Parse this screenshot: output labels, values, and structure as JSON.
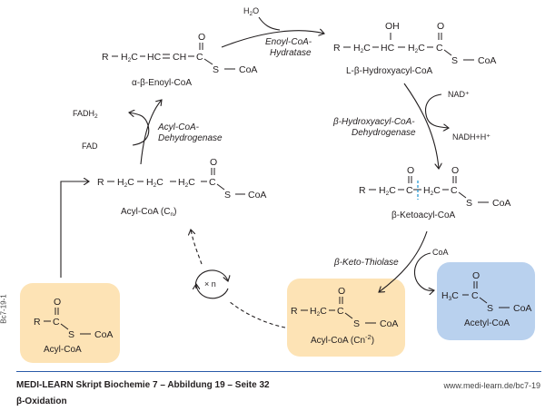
{
  "figure": {
    "title": "MEDI-LEARN Skript Biochemie 7 – Abbildung 19 – Seite 32",
    "subtitle": "β-Oxidation",
    "url": "www.medi-learn.de/bc7-19",
    "code": "Bc7-19-1"
  },
  "colors": {
    "orange_box": "#fde3b5",
    "blue_box": "#b9d1ee",
    "cleavage_mark": "#2a9ad6",
    "footer_rule": "#2a5aa8"
  },
  "molecules": {
    "acyl_coa_start": {
      "label": "Acyl-CoA",
      "R": "R",
      "C": "C",
      "O": "O",
      "S": "S",
      "CoA": "CoA"
    },
    "acyl_coa_cn": {
      "label": "Acyl-CoA (C",
      "label_sub": "n",
      "label_end": ")",
      "R": "R",
      "H2C": "H",
      "C": "C",
      "O": "O",
      "S": "S",
      "CoA": "CoA"
    },
    "enoyl_coa": {
      "label": "α-β-Enoyl-CoA",
      "HC": "HC",
      "CH": "CH"
    },
    "hydroxyacyl_coa": {
      "label": "L-β-Hydroxyacyl-CoA",
      "OH": "OH",
      "HC": "HC"
    },
    "ketoacyl_coa": {
      "label": "β-Ketoacyl-CoA"
    },
    "acyl_coa_cn2": {
      "label": "Acyl-CoA (Cn",
      "label_sup": "-2",
      "label_end": ")"
    },
    "acetyl_coa": {
      "label": "Acetyl-CoA",
      "H3C": "H"
    }
  },
  "enzymes": {
    "dehydrogenase_line1": "Acyl-CoA-",
    "dehydrogenase_line2": "Dehydrogenase",
    "hydratase_line1": "Enoyl-CoA-",
    "hydratase_line2": "Hydratase",
    "hydroxy_dh_line1": "β-Hydroxyacyl-CoA-",
    "hydroxy_dh_line2": "Dehydrogenase",
    "thiolase": "β-Keto-Thiolase"
  },
  "cofactors": {
    "fad": "FAD",
    "fadh2": "FADH",
    "fadh2_sub": "2",
    "h2o_h": "H",
    "h2o_sub": "2",
    "h2o_o": "O",
    "nad": "NAD⁺",
    "nadh": "NADH+H⁺",
    "coa": "CoA"
  },
  "cycle": {
    "label": "× n"
  },
  "atoms": {
    "R": "R",
    "C": "C",
    "O": "O",
    "S": "S",
    "CoA": "CoA",
    "H": "H",
    "two": "2",
    "three": "3",
    "dash": "–",
    "dbl": "="
  }
}
